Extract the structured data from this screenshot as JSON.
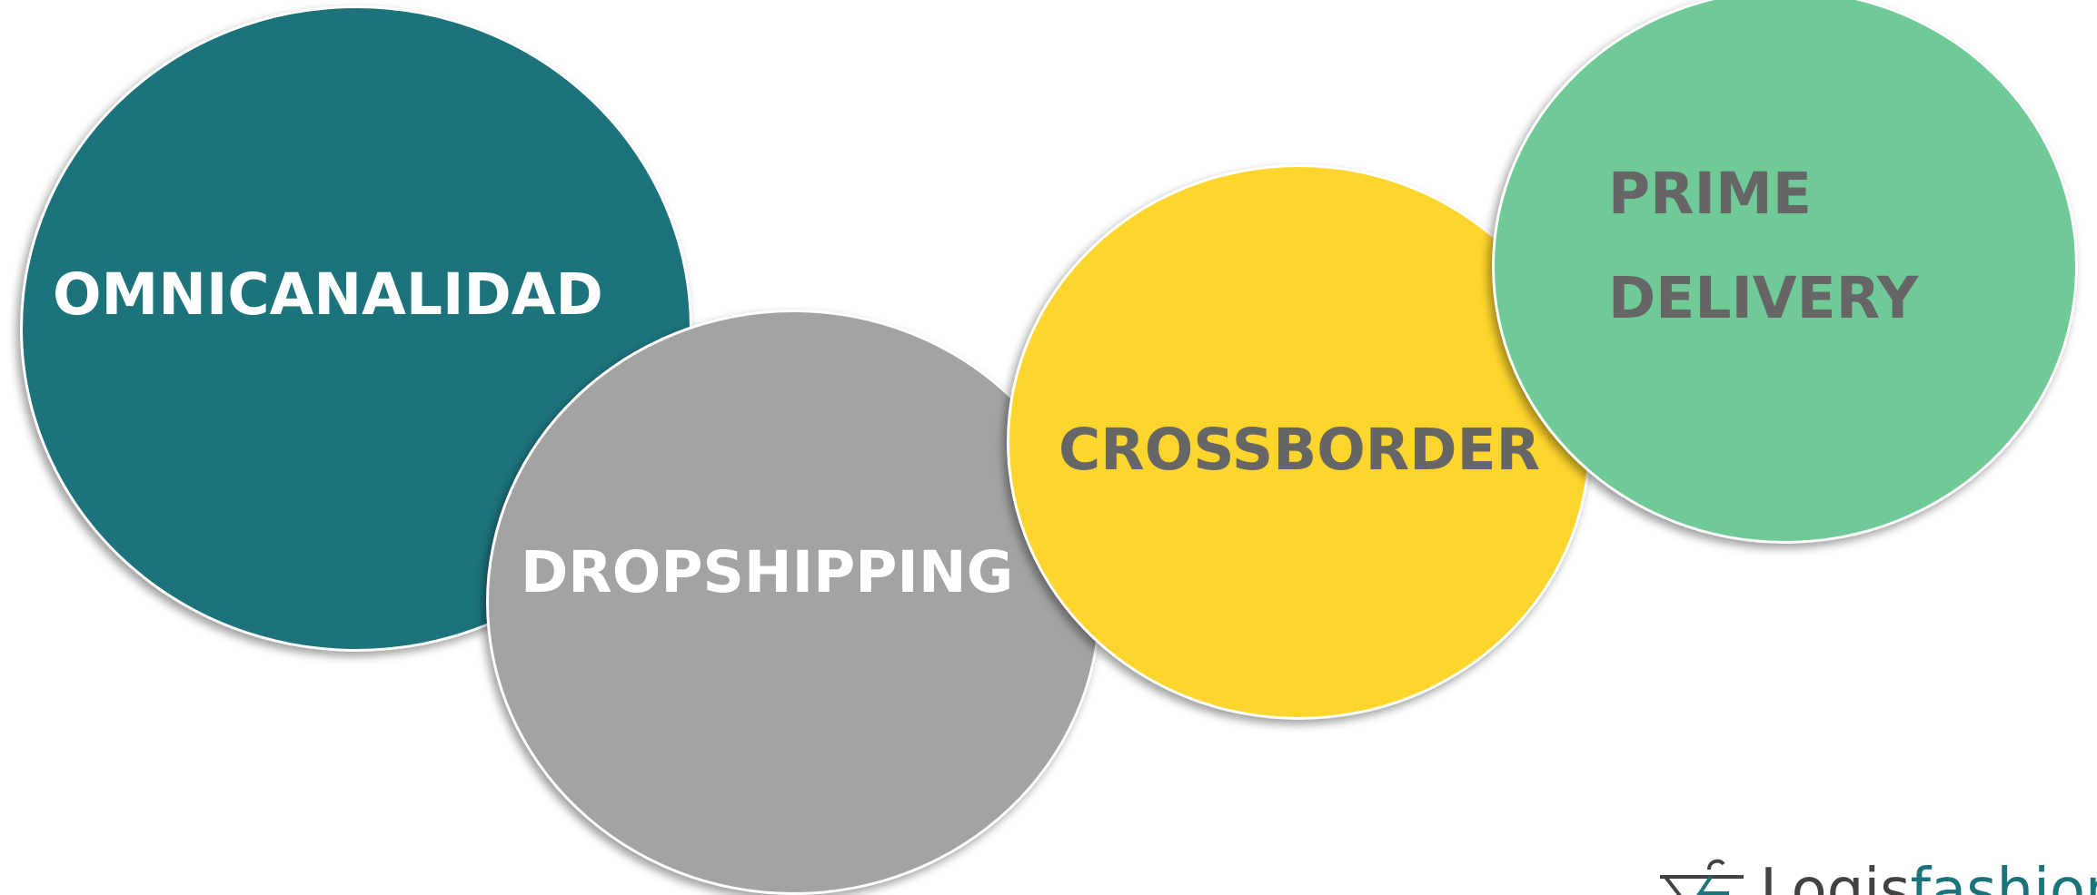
{
  "bubbles": [
    {
      "label": "OMNICANALIDAD",
      "fill": "#1d737b",
      "text_color": "#ffffff"
    },
    {
      "label": "DROPSHIPPING",
      "fill": "#a3a3a2",
      "text_color": "#ffffff"
    },
    {
      "label": "CROSSBORDER",
      "fill": "#fed52c",
      "text_color": "#666666"
    },
    {
      "label_lines": [
        "PRIME",
        "DELIVERY"
      ],
      "fill": "#6fca97",
      "text_color": "#666666"
    }
  ],
  "logo": {
    "text_dark": "Logis",
    "text_accent": "fashion",
    "dark_color": "#424242",
    "accent_color": "#1d737b",
    "icon": "hanger-box-icon"
  }
}
